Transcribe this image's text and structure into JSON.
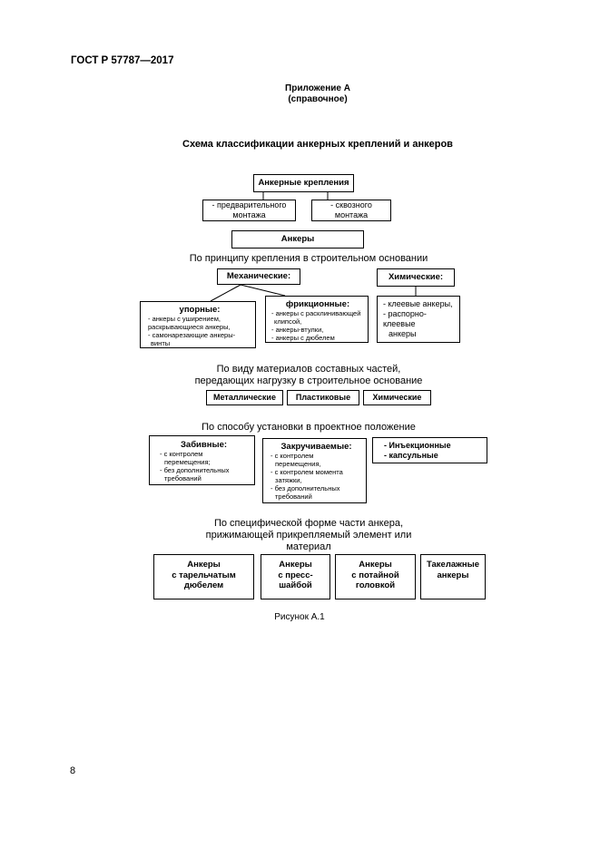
{
  "header": {
    "standard": "ГОСТ Р 57787—2017"
  },
  "appendix": {
    "title": "Приложение А",
    "subtitle": "(справочное)"
  },
  "figure_title": "Схема классификации анкерных креплений и анкеров",
  "top": {
    "root": "Анкерные крепления",
    "left_lines": [
      "- предварительного",
      "монтажа"
    ],
    "right_lines": [
      "- сквозного",
      "монтажа"
    ],
    "anchors": "Анкеры"
  },
  "section1": {
    "heading": "По принципу крепления в строительном основании",
    "mechanical": "Механические:",
    "chemical": "Химические:",
    "upor": {
      "title": "упорные:",
      "items": [
        "- анкеры с уширением,",
        "раскрывающиеся анкеры,",
        "- самонарезающие анкеры-",
        "винты"
      ]
    },
    "friction": {
      "title": "фрикционные:",
      "items": [
        "- анкеры с расклинивающей",
        "клипсой,",
        "- анкеры-втулки,",
        "- анкеры с дюбелем"
      ]
    },
    "chem_items": [
      "- клеевые анкеры,",
      "- распорно-клеевые",
      "анкеры"
    ]
  },
  "section2": {
    "heading_line1": "По виду материалов составных частей,",
    "heading_line2": "передающих нагрузку в строительное основание",
    "boxes": [
      "Металлические",
      "Пластиковые",
      "Химические"
    ]
  },
  "section3": {
    "heading": "По способу установки в проектное положение",
    "driven": {
      "title": "Забивные:",
      "items": [
        "- с контролем",
        "перемещения;",
        "- без дополнительных",
        "требований"
      ]
    },
    "screwed": {
      "title": "Закручиваемые:",
      "items": [
        "- с контролем",
        "перемещения,",
        "- с контролем момента",
        "затяжки,",
        "- без дополнительных",
        "требований"
      ]
    },
    "injection": [
      "- Инъекционные",
      "- капсульные"
    ]
  },
  "section4": {
    "heading_line1": "По специфической форме части анкера,",
    "heading_line2": "прижимающей прикрепляемый элемент или",
    "heading_line3": "материал",
    "boxes": [
      [
        "Анкеры",
        "с тарельчатым",
        "дюбелем"
      ],
      [
        "Анкеры",
        "с пресс-",
        "шайбой"
      ],
      [
        "Анкеры",
        "с потайной",
        "головкой"
      ],
      [
        "Такелажные",
        "анкеры"
      ]
    ]
  },
  "caption": "Рисунок А.1",
  "page_number": "8"
}
